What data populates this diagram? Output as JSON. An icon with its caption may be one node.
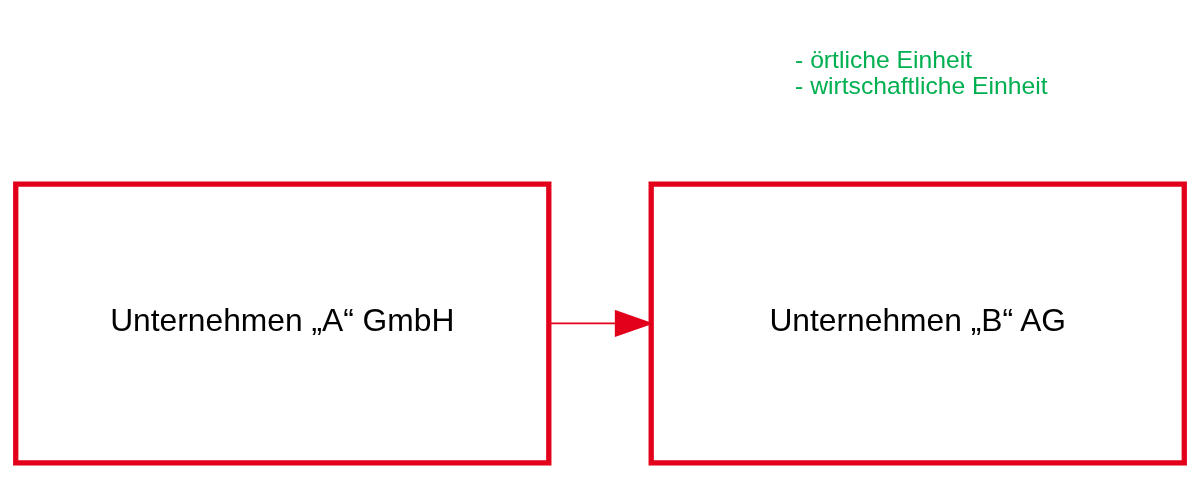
{
  "diagram": {
    "nodes": [
      {
        "text": [
          "Unternehmen „A“ GmbH"
        ]
      },
      {
        "text": [
          "Unternehmen „B“ AG"
        ],
        "beside": [
          "- örtliche Einheit",
          "- wirtschaftliche Einheit"
        ]
      }
    ],
    "edges": [
      {
        "from": 0,
        "to": 1,
        "arrow": "to"
      }
    ]
  }
}
